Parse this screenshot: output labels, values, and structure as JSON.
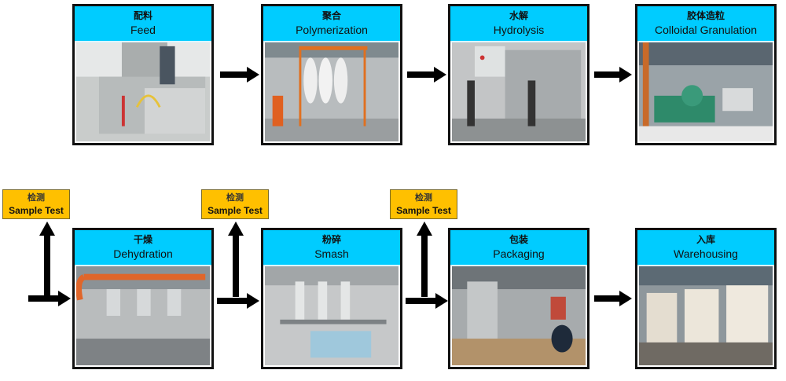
{
  "steps": [
    {
      "zh": "配料",
      "en": "Feed",
      "image": "feed-equipment-photo"
    },
    {
      "zh": "聚合",
      "en": "Polymerization",
      "image": "polymerization-tanks-photo"
    },
    {
      "zh": "水解",
      "en": "Hydrolysis",
      "image": "hydrolysis-equipment-photo"
    },
    {
      "zh": "胶体造粒",
      "en": "Colloidal Granulation",
      "image": "granulation-machine-photo"
    },
    {
      "zh": "干燥",
      "en": "Dehydration",
      "image": "dehydration-cyclones-photo"
    },
    {
      "zh": "粉碎",
      "en": "Smash",
      "image": "smash-mill-photo"
    },
    {
      "zh": "包装",
      "en": "Packaging",
      "image": "packaging-line-photo"
    },
    {
      "zh": "入库",
      "en": "Warehousing",
      "image": "warehouse-bags-photo"
    }
  ],
  "sample_test": {
    "zh": "检测",
    "en": "Sample Test"
  },
  "colors": {
    "header": "#00ccff",
    "sample_box": "#ffc000",
    "arrow": "#000000",
    "border": "#111111"
  }
}
